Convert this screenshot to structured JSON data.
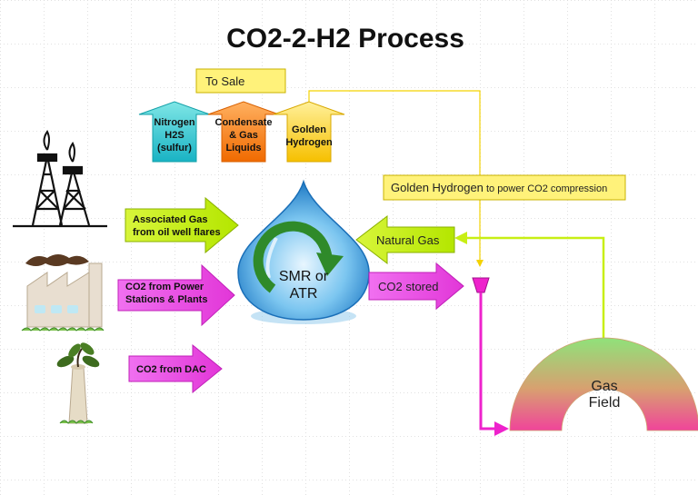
{
  "title": "CO2-2-H2 Process",
  "to_sale": "To Sale",
  "up_arrows": [
    {
      "lines": [
        "Nitrogen",
        "H2S",
        "(sulfur)"
      ],
      "color": "#33cccc"
    },
    {
      "lines": [
        "Condensate",
        "& Gas",
        "Liquids"
      ],
      "color": "#ff8c1a"
    },
    {
      "lines": [
        "Golden",
        "Hydrogen"
      ],
      "color": "#ffcc00"
    }
  ],
  "golden_banner": {
    "main": "Golden Hydrogen",
    "rest": " to power CO2 compression"
  },
  "inputs": [
    {
      "lines": [
        "Associated  Gas",
        "from oil well flares"
      ],
      "color": "#c8ef14"
    },
    {
      "lines": [
        "CO2 from Power",
        "Stations & Plants"
      ],
      "color": "#ee55ee"
    },
    {
      "lines": [
        "CO2 from DAC"
      ],
      "color": "#ee55ee"
    }
  ],
  "reactor": {
    "line1": "SMR or",
    "line2": "ATR"
  },
  "natural_gas": "Natural Gas",
  "co2_stored": "CO2 stored",
  "gas_field": {
    "line1": "Gas",
    "line2": "Field"
  },
  "colors": {
    "lime": "#c8ef14",
    "magenta": "#ee33cc",
    "yellow_box": "#fff27a",
    "drop_blue": "#3a9bd8",
    "field_green": "#7ee07a",
    "field_pink": "#f0508a"
  },
  "icons": [
    "oil-rig-icon",
    "factory-icon",
    "tree-icon",
    "recycle-arrow-icon",
    "valve-icon"
  ]
}
